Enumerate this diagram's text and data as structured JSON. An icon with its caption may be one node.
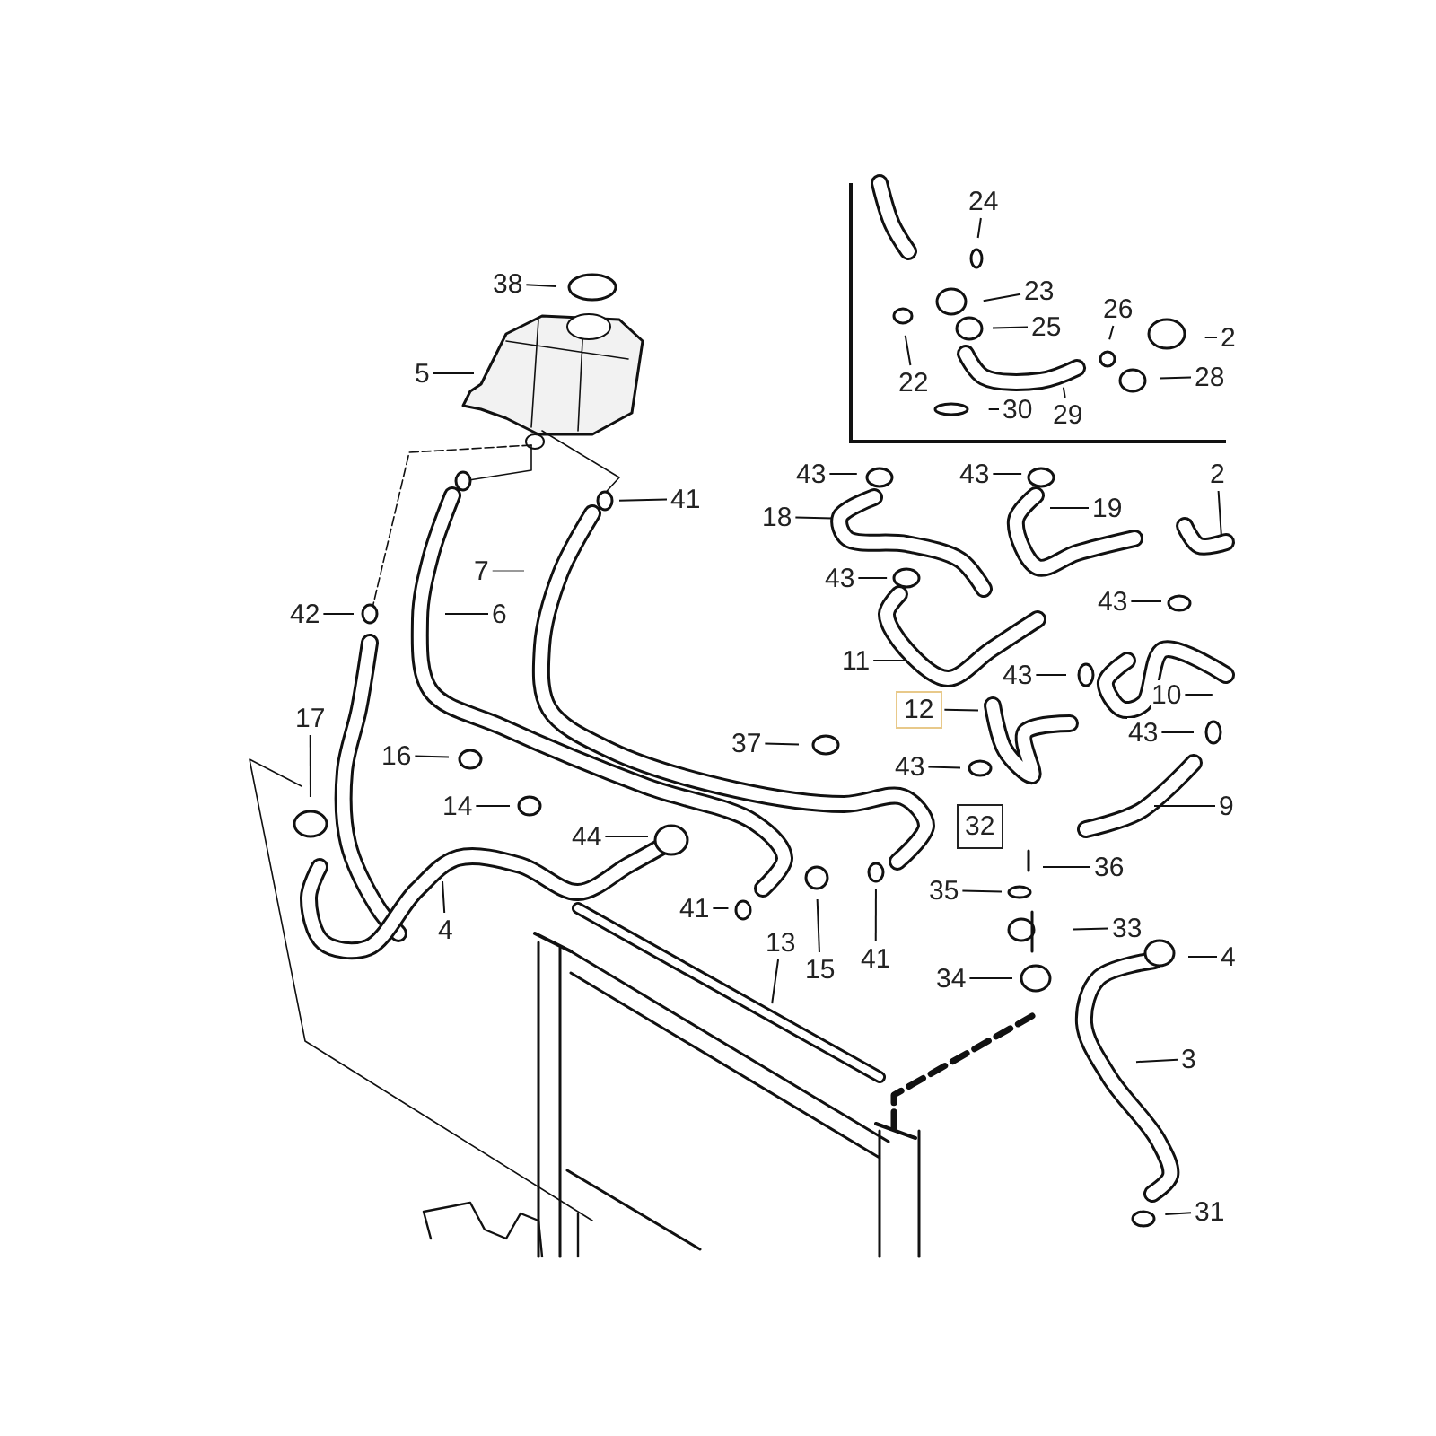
{
  "diagram": {
    "nodes": [
      {
        "text": [],
        "shape": "box"
      },
      {
        "text": [
          "24"
        ],
        "in": 0
      },
      {
        "text": [
          "23"
        ],
        "in": 0
      },
      {
        "text": [
          "25"
        ],
        "in": 0
      },
      {
        "text": [
          "26"
        ],
        "in": 0
      },
      {
        "text": [
          "2"
        ],
        "in": 0
      },
      {
        "text": [
          "28"
        ],
        "in": 0
      },
      {
        "text": [
          "22"
        ],
        "in": 0
      },
      {
        "text": [
          "30"
        ],
        "in": 0
      },
      {
        "text": [
          "29"
        ],
        "in": 0
      },
      {
        "text": [
          "38"
        ]
      },
      {
        "text": [
          "5"
        ]
      },
      {
        "text": [
          "43"
        ]
      },
      {
        "text": [
          "43"
        ]
      },
      {
        "text": [
          "2"
        ]
      },
      {
        "text": [
          "41"
        ]
      },
      {
        "text": [
          "18"
        ]
      },
      {
        "text": [
          "19"
        ]
      },
      {
        "text": [
          "7"
        ]
      },
      {
        "text": [
          "43"
        ]
      },
      {
        "text": [
          "43"
        ]
      },
      {
        "text": [
          "42"
        ]
      },
      {
        "text": [
          "6"
        ]
      },
      {
        "text": [
          "11"
        ]
      },
      {
        "text": [
          "43"
        ]
      },
      {
        "text": [
          "10"
        ]
      },
      {
        "text": [
          "12"
        ]
      },
      {
        "text": [
          "17"
        ]
      },
      {
        "text": [
          "43"
        ]
      },
      {
        "text": [
          "37"
        ]
      },
      {
        "text": [
          "16"
        ]
      },
      {
        "text": [
          "43"
        ]
      },
      {
        "text": [
          "9"
        ]
      },
      {
        "text": [
          "14"
        ]
      },
      {
        "text": [
          "32"
        ]
      },
      {
        "text": [
          "44"
        ]
      },
      {
        "text": [
          "36"
        ]
      },
      {
        "text": [
          "35"
        ]
      },
      {
        "text": [
          "41"
        ]
      },
      {
        "text": [
          "33"
        ]
      },
      {
        "text": [
          "4"
        ]
      },
      {
        "text": [
          "41"
        ]
      },
      {
        "text": [
          "15"
        ]
      },
      {
        "text": [
          "13"
        ]
      },
      {
        "text": [
          "4"
        ]
      },
      {
        "text": [
          "34"
        ]
      },
      {
        "text": [
          "3"
        ]
      },
      {
        "text": [
          "31"
        ]
      }
    ],
    "edges": [
      {
        "from": 1,
        "to": null,
        "arrow": "none"
      },
      {
        "from": 2,
        "to": null,
        "arrow": "none"
      },
      {
        "from": 3,
        "to": null,
        "arrow": "none"
      },
      {
        "from": 4,
        "to": null,
        "arrow": "none"
      },
      {
        "from": 5,
        "to": null,
        "arrow": "none"
      },
      {
        "from": 6,
        "to": null,
        "arrow": "none"
      },
      {
        "from": 7,
        "to": null,
        "arrow": "none"
      },
      {
        "from": 8,
        "to": null,
        "arrow": "none"
      },
      {
        "from": 9,
        "to": null,
        "arrow": "none"
      },
      {
        "from": 10,
        "to": null,
        "arrow": "none"
      },
      {
        "from": 11,
        "to": null,
        "arrow": "none"
      },
      {
        "from": 12,
        "to": null,
        "arrow": "none"
      },
      {
        "from": 13,
        "to": null,
        "arrow": "none"
      },
      {
        "from": 14,
        "to": null,
        "arrow": "none"
      },
      {
        "from": 15,
        "to": null,
        "arrow": "none"
      },
      {
        "from": 16,
        "to": null,
        "arrow": "none"
      },
      {
        "from": 17,
        "to": null,
        "arrow": "none"
      },
      {
        "from": 18,
        "to": null,
        "arrow": "none",
        "color": "#999999"
      },
      {
        "from": 19,
        "to": null,
        "arrow": "none"
      },
      {
        "from": 20,
        "to": null,
        "arrow": "none"
      },
      {
        "from": 21,
        "to": null,
        "arrow": "none"
      },
      {
        "from": 22,
        "to": null,
        "arrow": "none"
      },
      {
        "from": 23,
        "to": null,
        "arrow": "none"
      },
      {
        "from": 24,
        "to": null,
        "arrow": "none"
      },
      {
        "from": 25,
        "to": null,
        "arrow": "none"
      },
      {
        "from": 26,
        "to": null,
        "arrow": "none"
      },
      {
        "from": 27,
        "to": null,
        "arrow": "none"
      },
      {
        "from": 28,
        "to": null,
        "arrow": "none"
      },
      {
        "from": 29,
        "to": null,
        "arrow": "none"
      },
      {
        "from": 30,
        "to": null,
        "arrow": "none"
      },
      {
        "from": 31,
        "to": null,
        "arrow": "none"
      },
      {
        "from": 32,
        "to": null,
        "arrow": "none"
      },
      {
        "from": 33,
        "to": null,
        "arrow": "none"
      },
      {
        "from": 35,
        "to": null,
        "arrow": "none"
      },
      {
        "from": 36,
        "to": null,
        "arrow": "none"
      },
      {
        "from": 37,
        "to": null,
        "arrow": "none"
      },
      {
        "from": 38,
        "to": null,
        "arrow": "none"
      },
      {
        "from": 39,
        "to": null,
        "arrow": "none"
      },
      {
        "from": 40,
        "to": null,
        "arrow": "none"
      },
      {
        "from": 41,
        "to": null,
        "arrow": "none"
      },
      {
        "from": 42,
        "to": null,
        "arrow": "none"
      },
      {
        "from": 43,
        "to": null,
        "arrow": "none"
      },
      {
        "from": 44,
        "to": null,
        "arrow": "none"
      },
      {
        "from": 45,
        "to": null,
        "arrow": "none"
      },
      {
        "from": 46,
        "to": null,
        "arrow": "none"
      },
      {
        "from": 47,
        "to": null,
        "arrow": "none"
      }
    ]
  }
}
